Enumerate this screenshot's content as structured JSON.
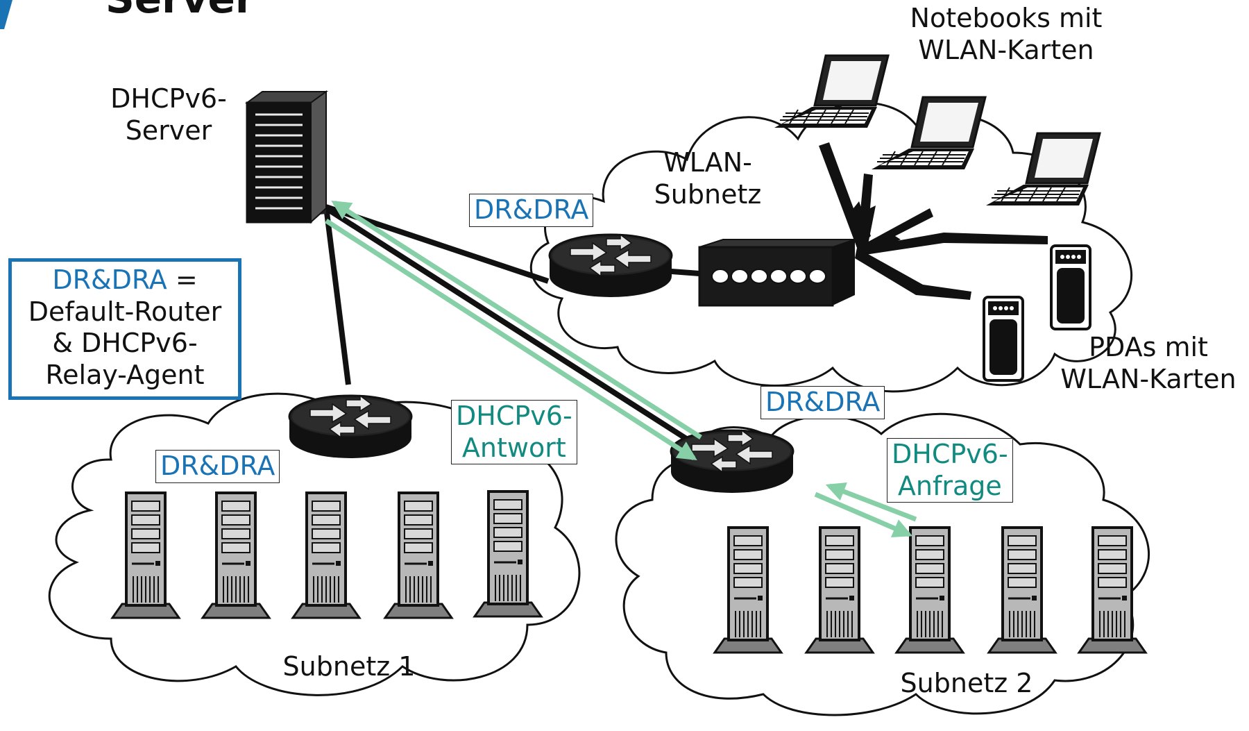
{
  "heading": "Server",
  "accent_color": "#1a73b5",
  "message_color": "#118a80",
  "arrow_color": "#86cfa7",
  "labels": {
    "server": "DHCPv6-\nServer",
    "notebooks": "Notebooks mit\nWLAN-Karten",
    "wlan_subnet": "WLAN-\nSubnetz",
    "pdas": "PDAs mit\nWLAN-Karten",
    "subnet1": "Subnetz 1",
    "subnet2": "Subnetz 2",
    "router_wlan": "DR&DRA",
    "router_sub1": "DR&DRA",
    "router_sub2": "DR&DRA",
    "answer": "DHCPv6-\nAntwort",
    "request": "DHCPv6-\nAnfrage"
  },
  "legend": {
    "term": "DR&DRA",
    "equals": " =",
    "definition": "Default-Router\n& DHCPv6-\nRelay-Agent"
  },
  "icons": [
    "server-icon",
    "router-icon",
    "switch-icon",
    "laptop-icon",
    "pda-icon",
    "workstation-icon",
    "cloud-shape",
    "lightning-icon"
  ]
}
